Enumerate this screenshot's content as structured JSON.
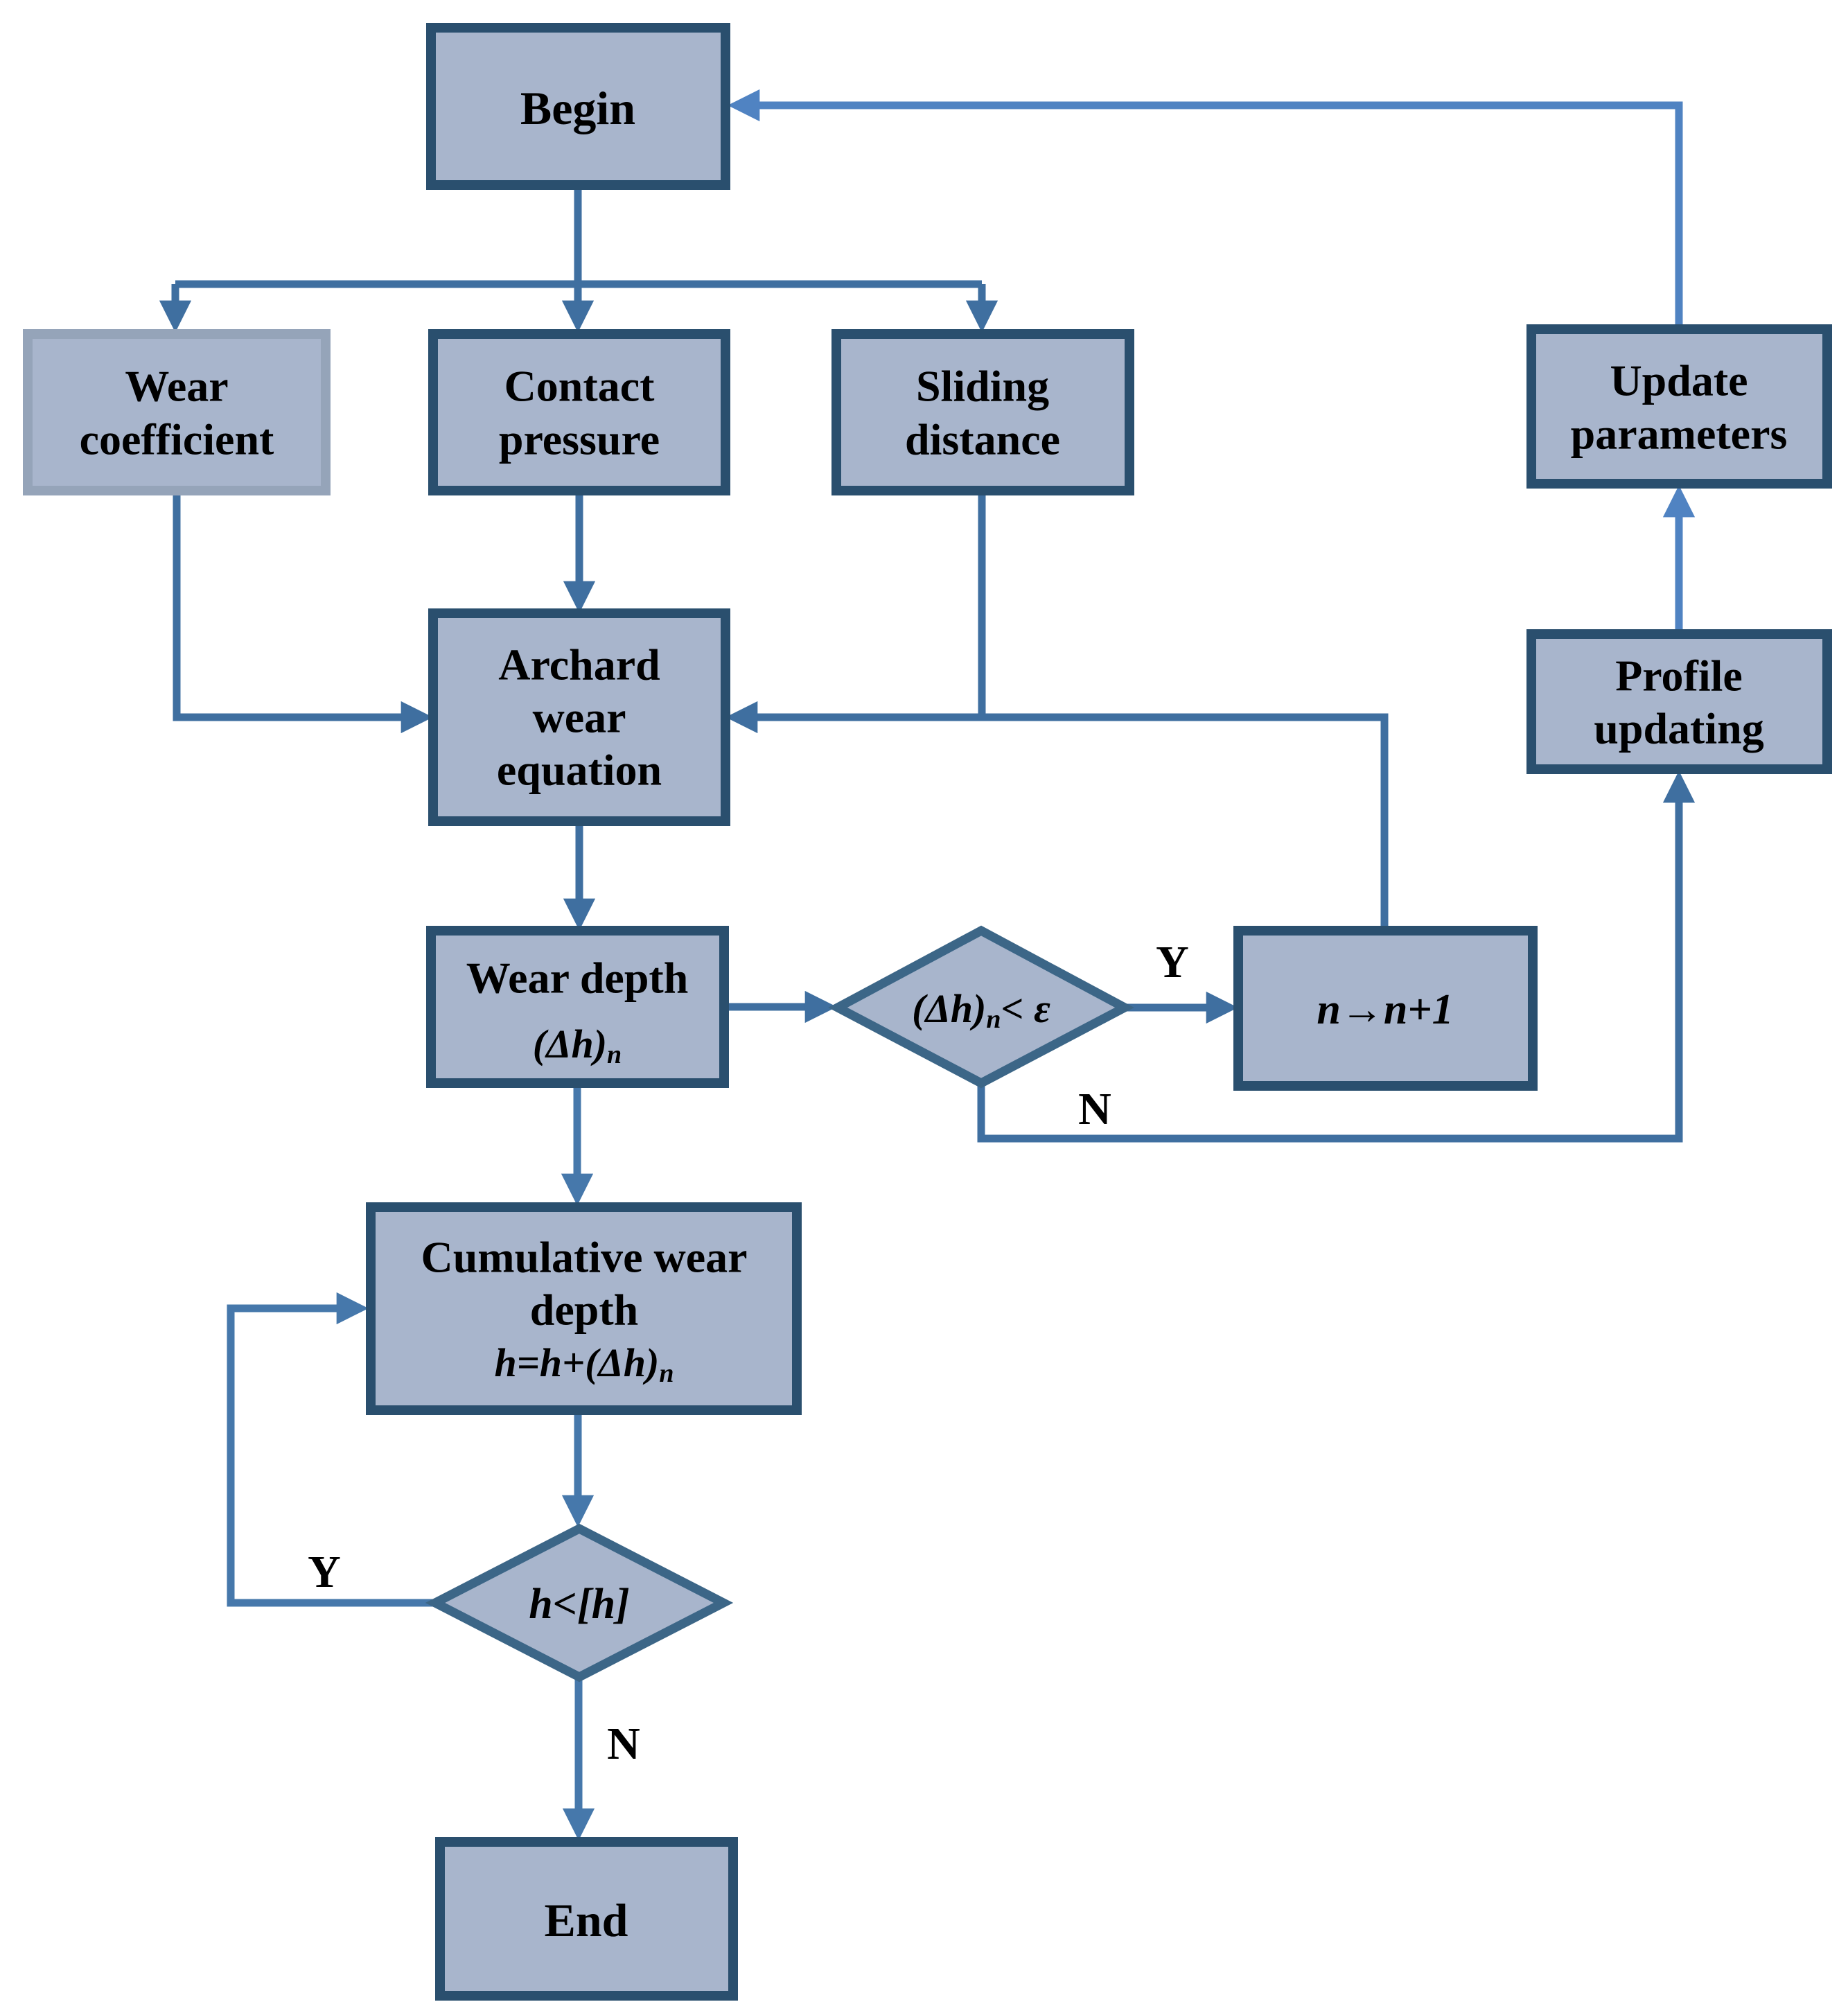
{
  "colors": {
    "node_fill": "#a8b5cc",
    "node_border": "#2a4f6e",
    "soft_border": "#95a4b9",
    "diamond_border": "#3c6687",
    "connector": "#3f6fa0",
    "connector_soft": "#4678ab",
    "connector_light": "#5083c2"
  },
  "nodes": {
    "begin": {
      "label": "Begin"
    },
    "wear_coefficient": {
      "line1": "Wear",
      "line2": "coefficient"
    },
    "contact_pressure": {
      "line1": "Contact",
      "line2": "pressure"
    },
    "sliding_distance": {
      "line1": "Sliding",
      "line2": "distance"
    },
    "update_parameters": {
      "line1": "Update",
      "line2": "parameters"
    },
    "archard_equation": {
      "line1": "Archard",
      "line2": "wear",
      "line3": "equation"
    },
    "profile_updating": {
      "line1": "Profile",
      "line2": "updating"
    },
    "wear_depth": {
      "line1": "Wear depth",
      "formula": "(Δh)",
      "formula_sub": "n"
    },
    "decision_converge": {
      "formula": "(Δh)",
      "formula_sub": "n",
      "formula_tail": "< ε"
    },
    "increment": {
      "formula": "n→n+1"
    },
    "cumulative": {
      "line1": "Cumulative wear",
      "line2": "depth",
      "formula": "h=h+(Δh)",
      "formula_sub": "n"
    },
    "decision_limit": {
      "formula": "h<[h]"
    },
    "end": {
      "label": "End"
    }
  },
  "edge_labels": {
    "converge_yes": "Y",
    "converge_no": "N",
    "limit_yes": "Y",
    "limit_no": "N"
  }
}
